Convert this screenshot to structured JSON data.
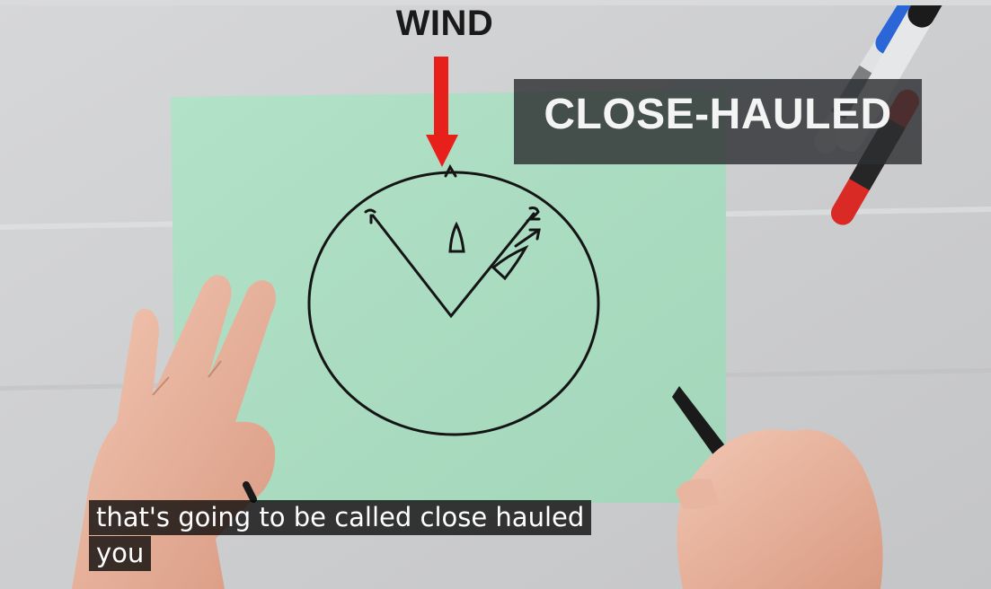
{
  "annotations": {
    "wind_label": "WIND",
    "point_of_sail": "CLOSE-HAULED"
  },
  "captions": {
    "line1": "that's going to be called close hauled",
    "line2": "you"
  },
  "colors": {
    "paper": "#a9dcc0",
    "arrow": "#e8201c",
    "ink": "#151515",
    "backdrop": "#cfd0d2",
    "caption_bg": "#080808"
  },
  "icons": [
    "down-arrow-icon",
    "boat-icon",
    "boat-with-arrow-icon"
  ]
}
